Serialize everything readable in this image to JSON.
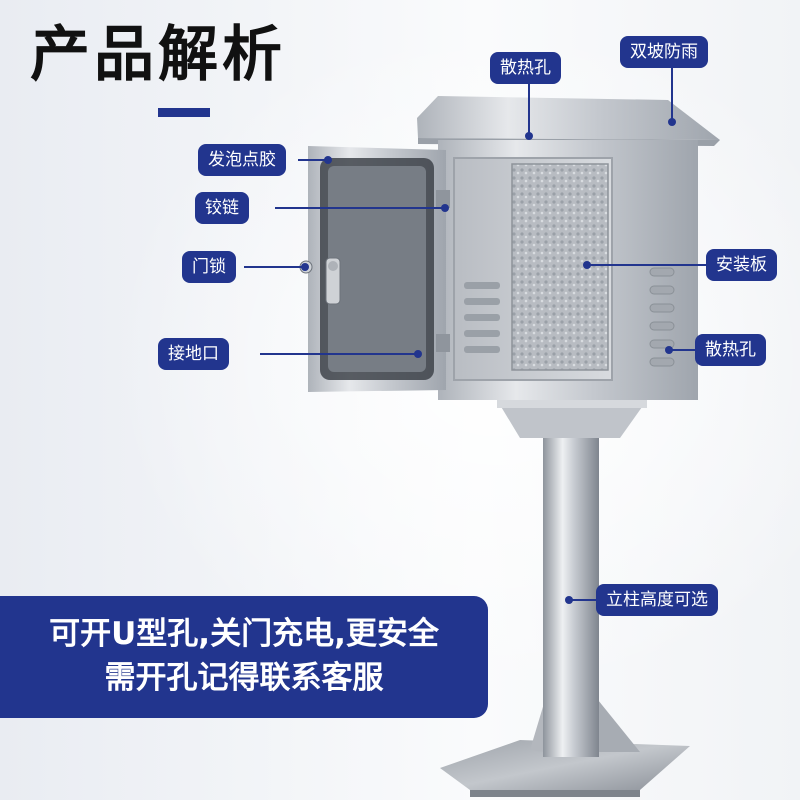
{
  "title": "产品解析",
  "labels": {
    "foam_glue": "发泡点胶",
    "hinge": "铰链",
    "door_lock": "门锁",
    "ground_port": "接地口",
    "vent_top": "散热孔",
    "double_slope_roof": "双坡防雨",
    "mounting_plate": "安装板",
    "vent_side": "散热孔",
    "pole_height": "立柱高度可选"
  },
  "banner": {
    "line1": "可开U型孔,关门充电,更安全",
    "line2": "需开孔记得联系客服"
  },
  "colors": {
    "accent": "#22358e",
    "steel": "#c9ccd1",
    "background": "#f1f3f6"
  }
}
